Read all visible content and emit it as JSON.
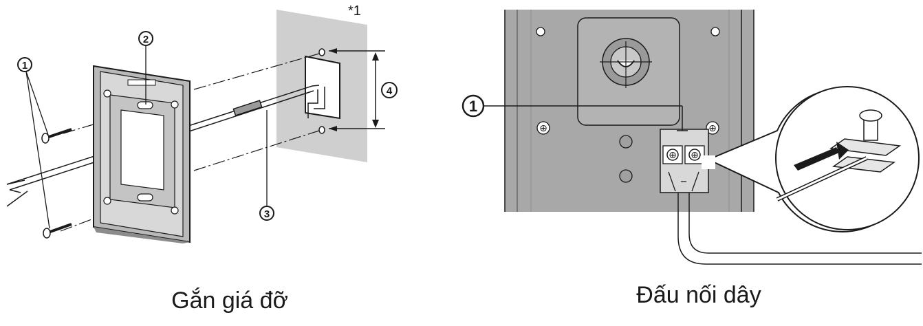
{
  "left": {
    "caption": "Gắn giá đỡ",
    "callouts": {
      "screw": "1",
      "slot": "2",
      "cable": "3",
      "spacing": "4"
    },
    "note_mark": "*1"
  },
  "right": {
    "caption": "Đấu nối dây",
    "callouts": {
      "terminal": "1"
    }
  },
  "colors": {
    "line": "#1a1a1a",
    "wall": "#cfcfcf",
    "panel": "#a8a8a8",
    "panel_dark": "#8c8c8c",
    "bracket": "#b9b9b9"
  }
}
